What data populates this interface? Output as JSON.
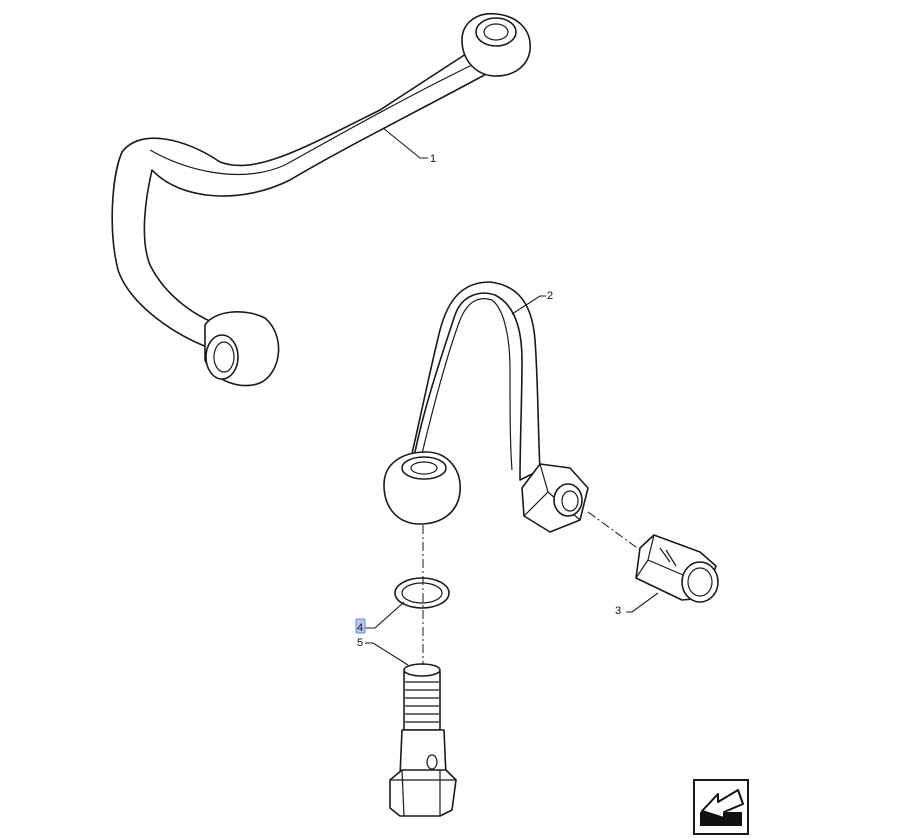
{
  "diagram": {
    "callouts": [
      {
        "id": "1",
        "label": "1"
      },
      {
        "id": "2",
        "label": "2"
      },
      {
        "id": "3",
        "label": "3"
      },
      {
        "id": "4",
        "label": "4",
        "highlighted": true
      },
      {
        "id": "5",
        "label": "5"
      }
    ],
    "nav_icon": "next-page-arrow-icon",
    "colors": {
      "line": "#1a1a1a",
      "highlight": "#b9c8ee"
    }
  }
}
